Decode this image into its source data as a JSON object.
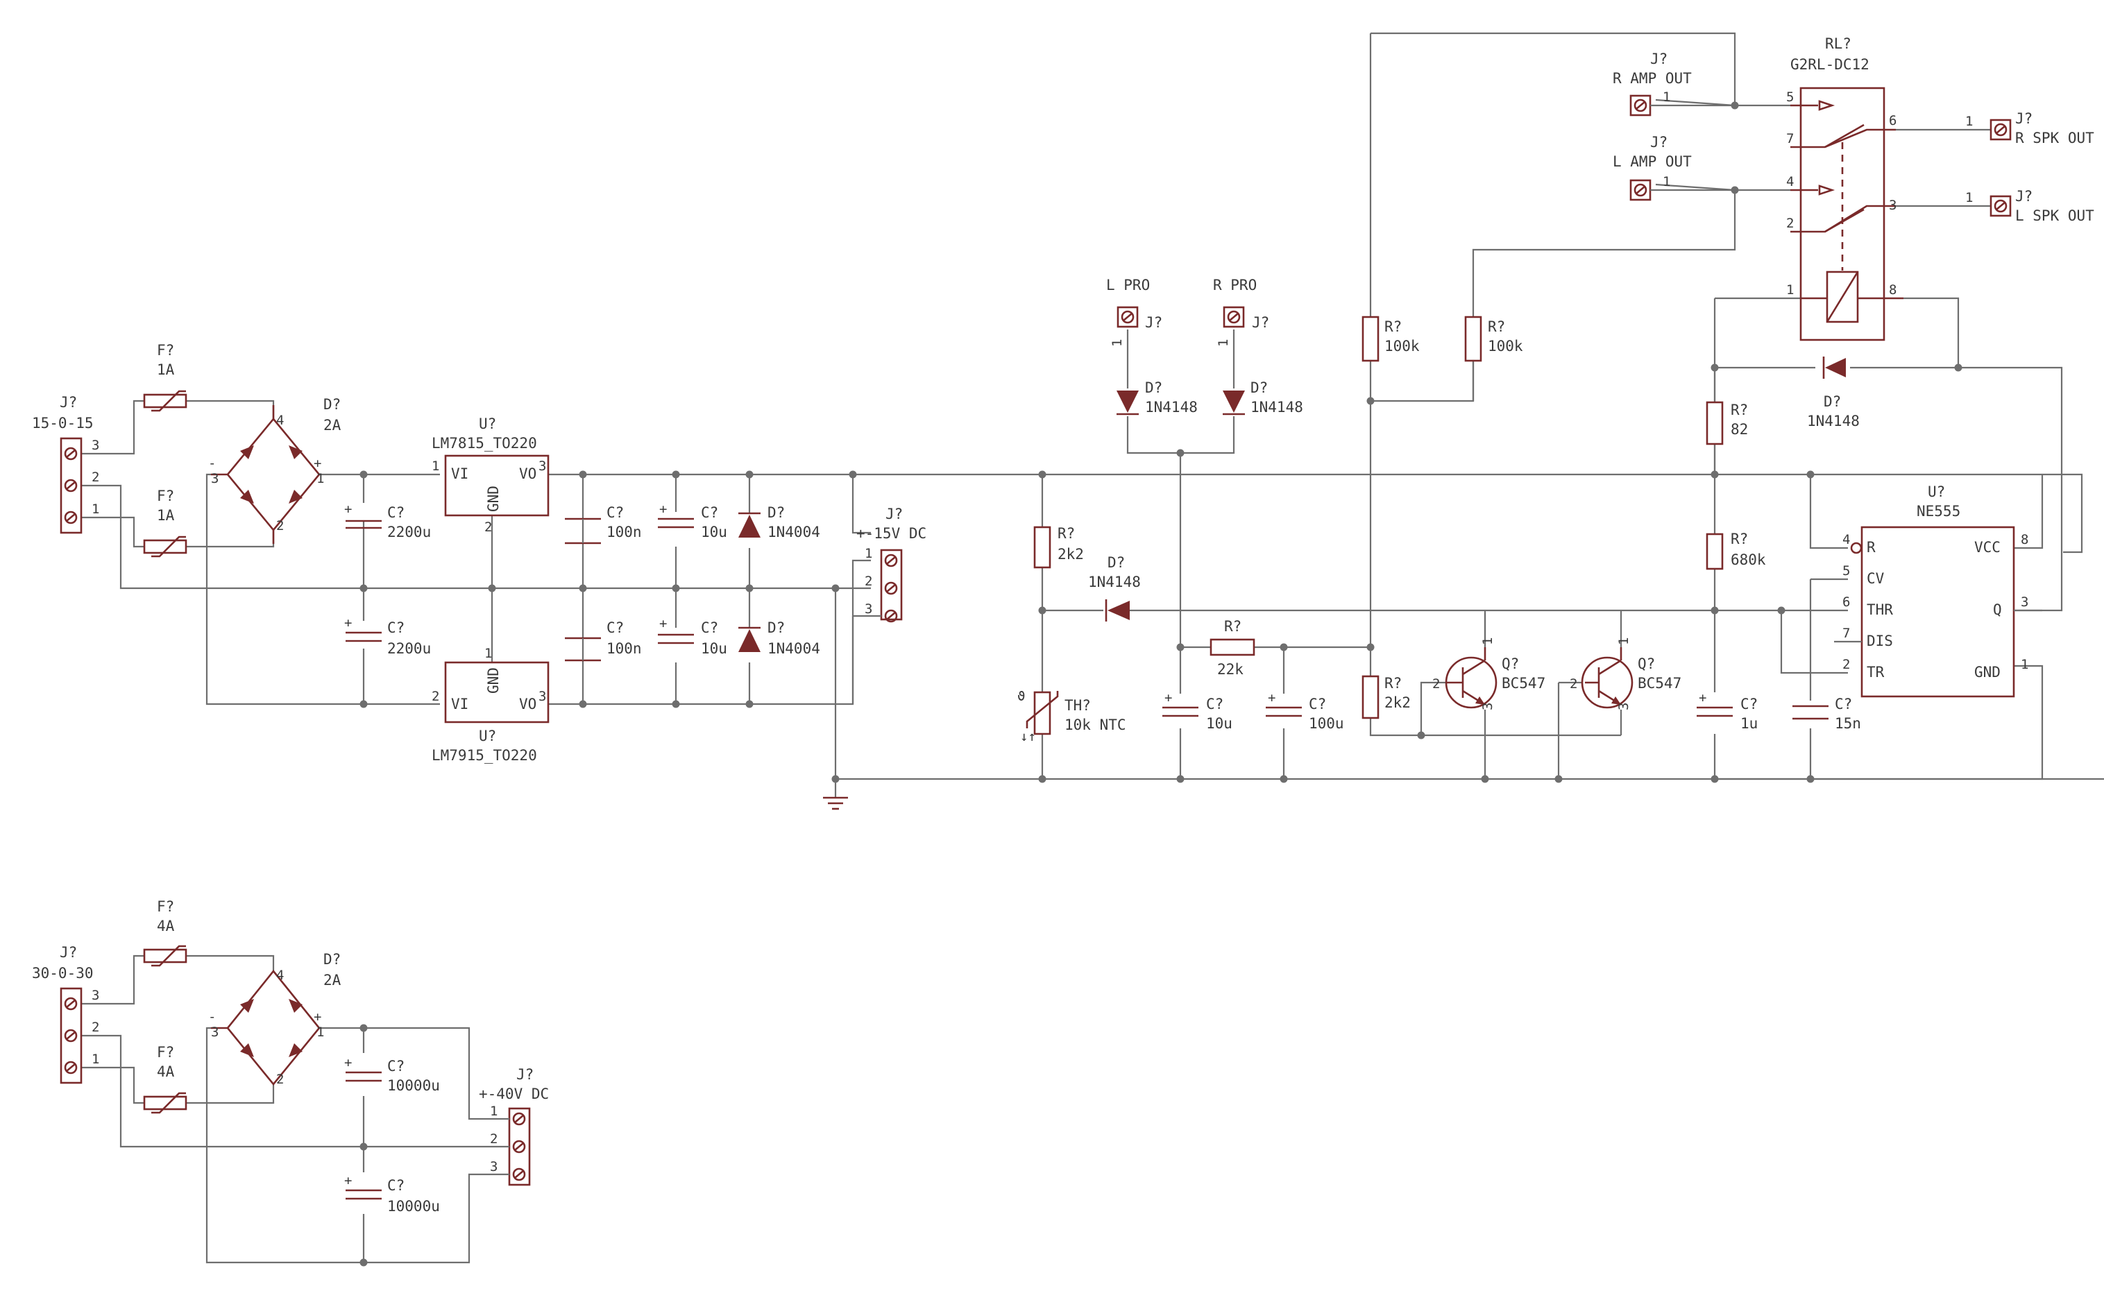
{
  "inputs": {
    "j_low": {
      "ref": "J?",
      "value": "15-0-15",
      "pins": [
        "3",
        "2",
        "1"
      ]
    },
    "j_high": {
      "ref": "J?",
      "value": "30-0-30",
      "pins": [
        "3",
        "2",
        "1"
      ]
    }
  },
  "fuses": [
    {
      "ref": "F?",
      "value": "1A"
    },
    {
      "ref": "F?",
      "value": "1A"
    },
    {
      "ref": "F?",
      "value": "4A"
    },
    {
      "ref": "F?",
      "value": "4A"
    }
  ],
  "bridges": [
    {
      "ref": "D?",
      "value": "2A",
      "pins": {
        "plus": "+",
        "minus": "-",
        "p1": "1",
        "p2": "2",
        "p3": "3",
        "p4": "4"
      }
    },
    {
      "ref": "D?",
      "value": "2A",
      "pins": {
        "plus": "+",
        "minus": "-",
        "p1": "1",
        "p2": "2",
        "p3": "3",
        "p4": "4"
      }
    }
  ],
  "reg_pos": {
    "ref": "U?",
    "value": "LM7815_TO220",
    "vi": "VI",
    "vo": "VO",
    "gnd": "GND",
    "p1": "1",
    "p2": "2",
    "p3": "3"
  },
  "reg_neg": {
    "ref": "U?",
    "value": "LM7915_TO220",
    "vi": "VI",
    "vo": "VO",
    "gnd": "GND",
    "p1": "1",
    "p2": "2",
    "p3": "3"
  },
  "caps": [
    {
      "ref": "C?",
      "value": "2200u"
    },
    {
      "ref": "C?",
      "value": "2200u"
    },
    {
      "ref": "C?",
      "value": "100n"
    },
    {
      "ref": "C?",
      "value": "100n"
    },
    {
      "ref": "C?",
      "value": "10u"
    },
    {
      "ref": "C?",
      "value": "10u"
    },
    {
      "ref": "C?",
      "value": "10u"
    },
    {
      "ref": "C?",
      "value": "100u"
    },
    {
      "ref": "C?",
      "value": "1u"
    },
    {
      "ref": "C?",
      "value": "15n"
    },
    {
      "ref": "C?",
      "value": "10000u"
    },
    {
      "ref": "C?",
      "value": "10000u"
    }
  ],
  "diodes": [
    {
      "ref": "D?",
      "value": "1N4004"
    },
    {
      "ref": "D?",
      "value": "1N4004"
    },
    {
      "ref": "D?",
      "value": "1N4148"
    },
    {
      "ref": "D?",
      "value": "1N4148"
    },
    {
      "ref": "D?",
      "value": "1N4148"
    },
    {
      "ref": "D?",
      "value": "1N4148"
    }
  ],
  "connectors": {
    "dc15": {
      "ref": "J?",
      "value": "+-15V DC",
      "pins": [
        "1",
        "2",
        "3"
      ]
    },
    "dc40": {
      "ref": "J?",
      "value": "+-40V DC",
      "pins": [
        "1",
        "2",
        "3"
      ]
    },
    "lpro": {
      "ref": "J?",
      "value": "L PRO",
      "pin": "1"
    },
    "rpro": {
      "ref": "J?",
      "value": "R PRO",
      "pin": "1"
    },
    "ramp": {
      "ref": "J?",
      "value": "R AMP OUT",
      "pin": "1"
    },
    "lamp": {
      "ref": "J?",
      "value": "L AMP OUT",
      "pin": "1"
    },
    "rspk": {
      "ref": "J?",
      "value": "R SPK OUT",
      "pin": "1"
    },
    "lspk": {
      "ref": "J?",
      "value": "L SPK OUT",
      "pin": "1"
    }
  },
  "resistors": [
    {
      "ref": "R?",
      "value": "2k2"
    },
    {
      "ref": "R?",
      "value": "22k"
    },
    {
      "ref": "R?",
      "value": "2k2"
    },
    {
      "ref": "R?",
      "value": "100k"
    },
    {
      "ref": "R?",
      "value": "100k"
    },
    {
      "ref": "R?",
      "value": "82"
    },
    {
      "ref": "R?",
      "value": "680k"
    }
  ],
  "thermistor": {
    "ref": "TH?",
    "value": "10k NTC",
    "mark": "ϑ"
  },
  "transistors": [
    {
      "ref": "Q?",
      "value": "BC547",
      "pins": [
        "1",
        "2",
        "3"
      ]
    },
    {
      "ref": "Q?",
      "value": "BC547",
      "pins": [
        "1",
        "2",
        "3"
      ]
    }
  ],
  "relay": {
    "ref": "RL?",
    "value": "G2RL-DC12",
    "pins": [
      "5",
      "7",
      "4",
      "2",
      "1",
      "6",
      "3",
      "8"
    ]
  },
  "timer": {
    "ref": "U?",
    "value": "NE555",
    "left": [
      "R",
      "CV",
      "THR",
      "DIS",
      "TR"
    ],
    "left_pins": [
      "4",
      "5",
      "6",
      "7",
      "2"
    ],
    "right": [
      "VCC",
      "Q",
      "GND"
    ],
    "right_pins": [
      "8",
      "3",
      "1"
    ]
  }
}
